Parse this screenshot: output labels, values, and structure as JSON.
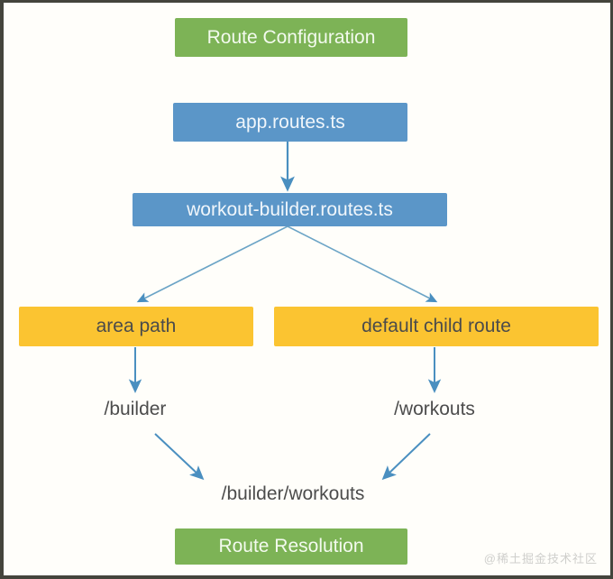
{
  "diagram": {
    "title": "Route Configuration to Route Resolution flow",
    "background_color": "#fffefa",
    "border_color": "#44443c",
    "colors": {
      "green": "#7db356",
      "blue": "#5b96c8",
      "yellow": "#fbc431",
      "arrow": "#4a8fc0",
      "text_dark": "#4c4c4c",
      "text_light": "#f3faee"
    },
    "nodes": {
      "route_configuration": "Route Configuration",
      "app_routes": "app.routes.ts",
      "workout_builder_routes": "workout-builder.routes.ts",
      "area_path": "area path",
      "default_child_route": "default child route",
      "builder_path": "/builder",
      "workouts_path": "/workouts",
      "resolved_path": "/builder/workouts",
      "route_resolution": "Route Resolution"
    },
    "edges": [
      {
        "from": "app.routes.ts",
        "to": "workout-builder.routes.ts"
      },
      {
        "from": "workout-builder.routes.ts",
        "to": "area path"
      },
      {
        "from": "workout-builder.routes.ts",
        "to": "default child route"
      },
      {
        "from": "area path",
        "to": "/builder"
      },
      {
        "from": "default child route",
        "to": "/workouts"
      },
      {
        "from": "/builder",
        "to": "/builder/workouts"
      },
      {
        "from": "/workouts",
        "to": "/builder/workouts"
      }
    ]
  },
  "watermark": {
    "text": "@稀土掘金技术社区"
  }
}
